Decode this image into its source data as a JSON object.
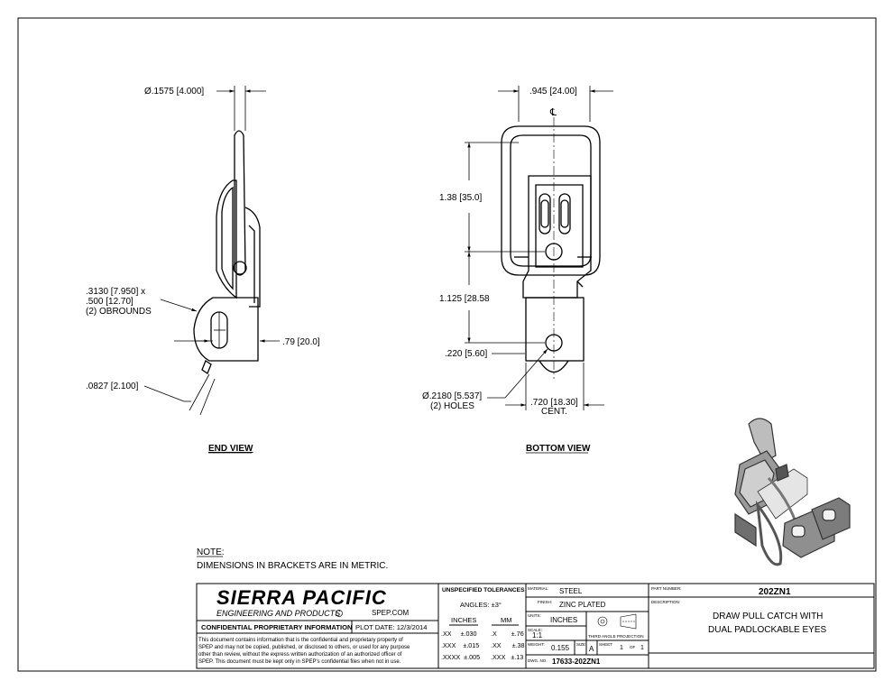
{
  "end_view": {
    "title": "END VIEW",
    "dim_diameter": "Ø.1575 [4.000]",
    "dim_obround_1": ".3130 [7.950] x",
    "dim_obround_2": ".500 [12.70]",
    "dim_obround_3": "(2) OBROUNDS",
    "dim_height": ".79 [20.0]",
    "dim_thickness": ".0827 [2.100]"
  },
  "bottom_view": {
    "title": "BOTTOM VIEW",
    "dim_width": ".945 [24.00]",
    "centerline": "℄",
    "dim_138": "1.38 [35.0]",
    "dim_1125": "1.125 [28.58",
    "dim_220": ".220 [5.60]",
    "dim_hole_1": "Ø.2180 [5.537]",
    "dim_hole_2": "(2) HOLES",
    "dim_720": ".720 [18.30]",
    "dim_cent": "CENT."
  },
  "note": {
    "heading": "NOTE:",
    "text": "DIMENSIONS IN BRACKETS ARE IN METRIC."
  },
  "title_block": {
    "company": "SIERRA PACIFIC",
    "company_sub": "ENGINEERING AND PRODUCTS",
    "website": "SPEP.COM",
    "confidential_label": "CONFIDENTIAL PROPRIETARY INFORMATION",
    "plot_date": "PLOT DATE:  12/3/2014",
    "disclaimer": [
      "This document contains information that is the confidential and proprietary property of",
      "SPEP and may not be copied, published, or disclosed to others, or used for any purpose",
      "other than review, without the express written authorization of an authorized officer of",
      "SPEP. This document must be kept only in SPEP's confidential files when not in use."
    ],
    "tolerances_heading": "UNSPECIFIED TOLERANCES",
    "angles": "ANGLES:  ±3°",
    "inches_label": "INCHES",
    "mm_label": "MM",
    "tol_in_1": ".XX     ±.030",
    "tol_in_2": ".XXX    ±.015",
    "tol_in_3": ".XXXX  ±.005",
    "tol_mm_1": ".X        ±.76",
    "tol_mm_2": ".XX      ±.38",
    "tol_mm_3": ".XXX   ±.13",
    "material_label": "MATERIAL:",
    "material": "STEEL",
    "finish_label": "FINISH:",
    "finish": "ZINC PLATED",
    "units_label": "UNITS:",
    "units": "INCHES",
    "scale_label": "SCALE:",
    "scale": "1:1",
    "projection_label": "THIRD ANGLE PROJECTION",
    "weight_label": "WEIGHT:",
    "weight": "0.155",
    "size_label": "SIZE:",
    "size": "A",
    "sheet_label": "SHEET",
    "sheet_num": "1",
    "sheet_of": "OF",
    "sheet_total": "1",
    "dwg_label": "DWG. NO.",
    "dwg_no": "17633-202ZN1",
    "part_number_label": "PART NUMBER:",
    "part_number": "202ZN1",
    "description_label": "DESCRIPTION:",
    "description_1": "DRAW PULL CATCH WITH",
    "description_2": "DUAL PADLOCKABLE EYES"
  }
}
